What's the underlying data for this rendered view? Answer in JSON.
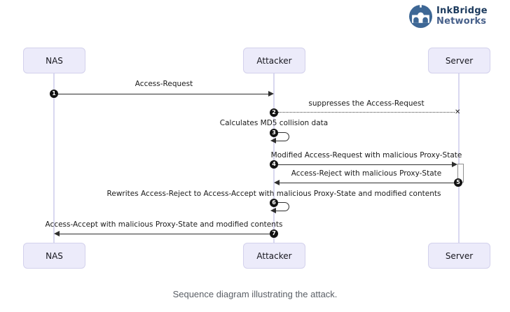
{
  "logo": {
    "brand": "InkBridge",
    "sub": "Networks",
    "circle_color": "#3d6795",
    "brand_color": "#1d3b5e",
    "sub_color": "#47608a"
  },
  "actors": [
    {
      "name": "NAS"
    },
    {
      "name": "Attacker"
    },
    {
      "name": "Server"
    }
  ],
  "messages": [
    {
      "num": "1",
      "label": "Access-Request",
      "from": "NAS",
      "to": "Attacker",
      "style": "solid"
    },
    {
      "num": "2",
      "label": "suppresses the Access-Request",
      "from": "Attacker",
      "to": "Server",
      "style": "dotted-lost",
      "end_marker": "✕"
    },
    {
      "num": "3",
      "label": "Calculates MD5 collision data",
      "from": "Attacker",
      "to": "Attacker",
      "style": "self"
    },
    {
      "num": "4",
      "label": "Modified Access-Request with malicious Proxy-State",
      "from": "Attacker",
      "to": "Server",
      "style": "solid"
    },
    {
      "num": "5",
      "label": "Access-Reject with malicious Proxy-State",
      "from": "Server",
      "to": "Attacker",
      "style": "solid"
    },
    {
      "num": "6",
      "label": "Rewrites Access-Reject to Access-Accept with malicious Proxy-State and modified contents",
      "from": "Attacker",
      "to": "Attacker",
      "style": "self"
    },
    {
      "num": "7",
      "label": "Access-Accept with malicious Proxy-State and modified contents",
      "from": "Attacker",
      "to": "NAS",
      "style": "solid"
    }
  ],
  "caption": "Sequence diagram illustrating the attack.",
  "colors": {
    "actor_fill": "#ecebfa",
    "actor_border": "#d3d1ec",
    "lifeline": "#d9d8f0",
    "line": "#2f2f2f"
  }
}
